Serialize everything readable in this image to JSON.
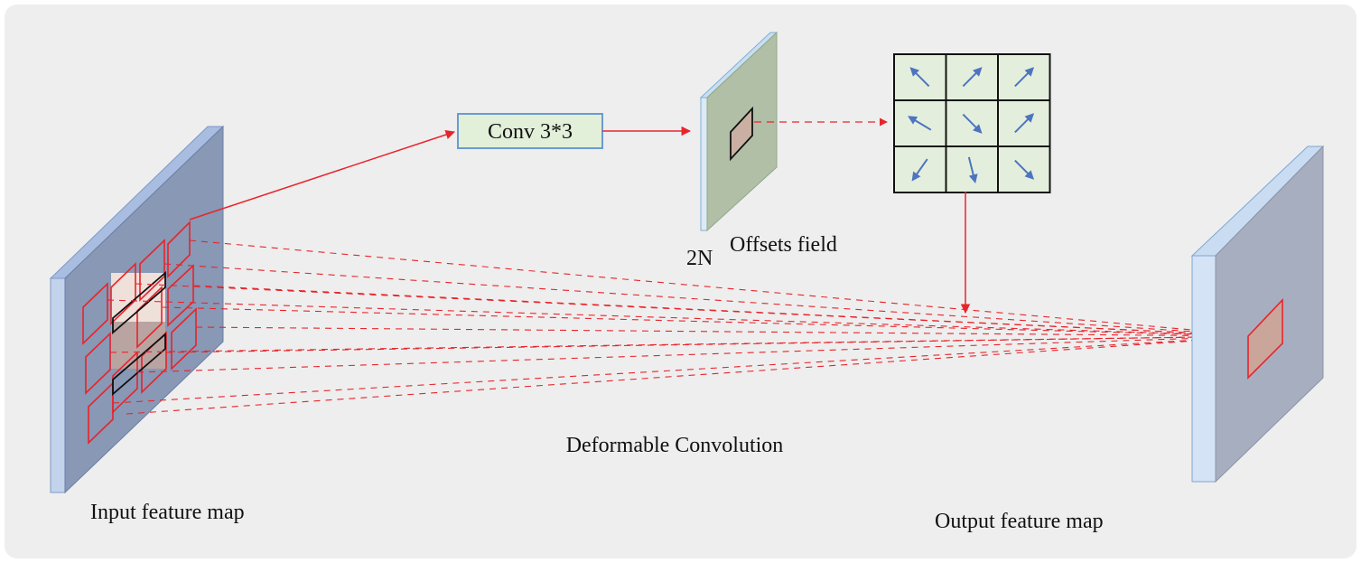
{
  "labels": {
    "conv": "Conv 3*3",
    "two_n": "2N",
    "offsets_field": "Offsets field",
    "deformable": "Deformable Convolution",
    "input_map": "Input feature map",
    "output_map": "Output feature map"
  },
  "colors": {
    "background": "#eeeeee",
    "red": "#e8242b",
    "arrow_blue": "#4d74c0",
    "map_front": "#c3d3ec",
    "map_face_input": "#8898b5",
    "map_face_output": "#a7aec0",
    "offset_face": "#b1bfa6",
    "grid_cell": "#e3efdc",
    "conv_box": "#e2efd9"
  },
  "offset_grid": {
    "rows": 3,
    "cols": 3,
    "arrows": [
      "up-left",
      "up-right",
      "up-right",
      "left",
      "down-right",
      "up-right",
      "down-left",
      "down",
      "down-right"
    ]
  }
}
